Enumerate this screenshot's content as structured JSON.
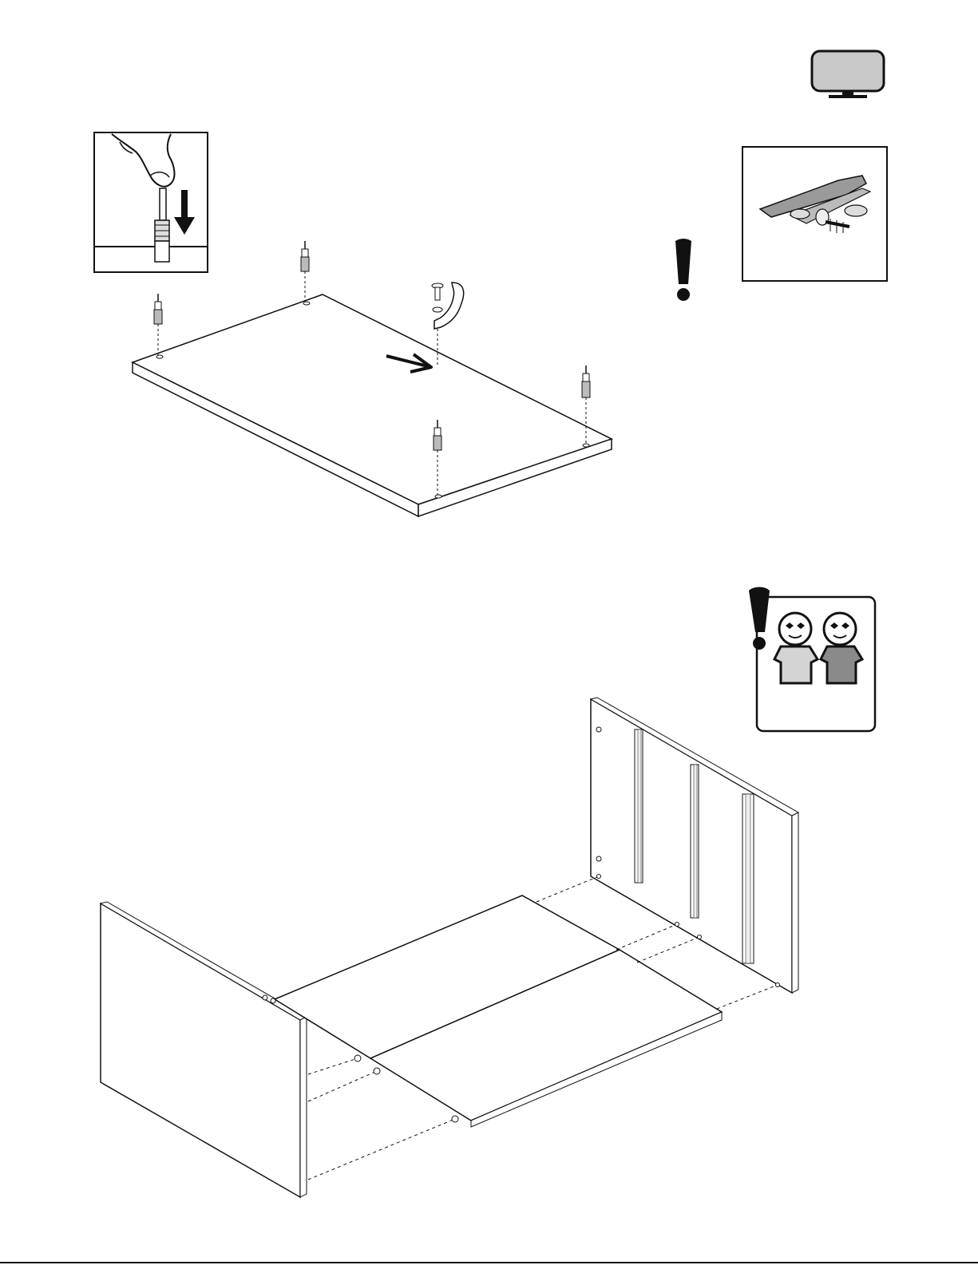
{
  "page": {
    "type": "assembly-instruction-sheet",
    "text": []
  },
  "icons": {
    "tv": "tv-icon",
    "wall_anchor": "wall-anchor-kit-icon",
    "warning": "exclamation-warning-icon",
    "two_persons": "two-person-assembly-icon",
    "push_in": "push-in-finger-icon"
  },
  "colors": {
    "line": "#111111",
    "tv_screen": "#c8c8c8",
    "person_light": "#d4d4d4",
    "person_dark": "#8a8a8a",
    "anchor_strap": "#9a9a9a"
  },
  "steps": [
    {
      "name": "fit-dowels-and-wall-bracket-to-top-panel"
    },
    {
      "name": "attach-shelf-panels-between-side-panels",
      "persons_required": 2
    }
  ]
}
